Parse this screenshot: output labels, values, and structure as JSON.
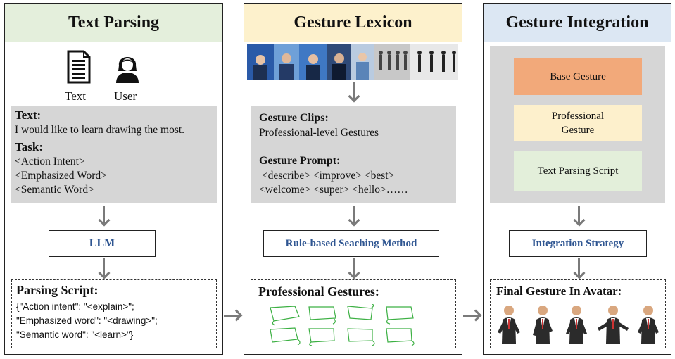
{
  "panel1": {
    "title": "Text Parsing",
    "text_icon_label": "Text",
    "user_icon_label": "User",
    "text_heading": "Text:",
    "text_value": "I would like to learn drawing the most.",
    "task_heading": "Task:",
    "tasks": [
      "<Action Intent>",
      "<Emphasized Word>",
      "<Semantic Word>"
    ],
    "llm_label": "LLM",
    "script_heading": "Parsing Script:",
    "script_lines": [
      "{\"Action intent\": \"<explain>\";",
      "\"Emphasized word\": \"<drawing>\";",
      "\"Semantic word\": \"<learn>\"}"
    ],
    "header_color": "#e4efdc"
  },
  "panel2": {
    "title": "Gesture Lexicon",
    "clips_heading": "Gesture Clips:",
    "clips_value": "Professional-level Gestures",
    "prompt_heading": "Gesture Prompt:",
    "prompt_lines": [
      " <describe> <improve> <best>",
      "<welcome> <super> <hello>……"
    ],
    "method_label": "Rule-based Seaching Method",
    "result_heading": "Professional Gestures:",
    "header_color": "#fdf1cc"
  },
  "panel3": {
    "title": "Gesture Integration",
    "base_label": "Base Gesture",
    "professional_label": "Professional Gesture",
    "script_label": "Text Parsing Script",
    "strategy_label": "Integration Strategy",
    "final_heading": "Final Gesture In Avatar:",
    "header_color": "#dce7f3",
    "base_color": "#f2a97a",
    "professional_color": "#fdf0cc",
    "script_color": "#e3efda"
  }
}
